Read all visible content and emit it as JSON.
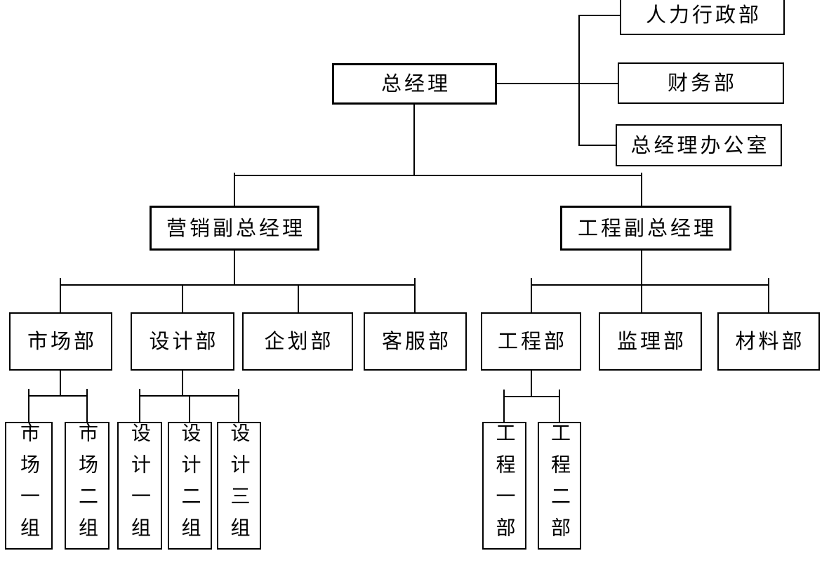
{
  "diagram": {
    "type": "org-chart",
    "language": "zh-CN",
    "colors": {
      "line": "#000000",
      "box_border": "#000000",
      "box_fill": "#ffffff",
      "text": "#000000",
      "background": "#ffffff"
    },
    "root": {
      "label": "总经理"
    },
    "staff_departments": [
      {
        "label": "人力行政部"
      },
      {
        "label": "财务部"
      },
      {
        "label": "总经理办公室"
      }
    ],
    "deputies": [
      {
        "label": "营销副总经理",
        "departments": [
          {
            "label": "市场部",
            "teams": [
              {
                "label": "市场一组"
              },
              {
                "label": "市场二组"
              }
            ]
          },
          {
            "label": "设计部",
            "teams": [
              {
                "label": "设计一组"
              },
              {
                "label": "设计二组"
              },
              {
                "label": "设计三组"
              }
            ]
          },
          {
            "label": "企划部",
            "teams": []
          },
          {
            "label": "客服部",
            "teams": []
          }
        ]
      },
      {
        "label": "工程副总经理",
        "departments": [
          {
            "label": "工程部",
            "teams": [
              {
                "label": "工程一部"
              },
              {
                "label": "工程二部"
              }
            ]
          },
          {
            "label": "监理部",
            "teams": []
          },
          {
            "label": "材料部",
            "teams": []
          }
        ]
      }
    ]
  }
}
